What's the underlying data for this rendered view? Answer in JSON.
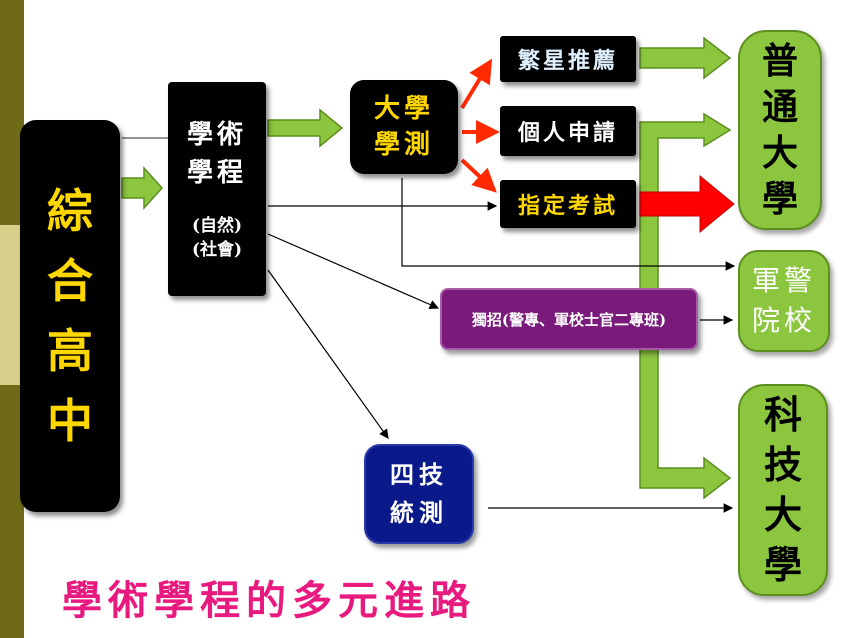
{
  "left_box": {
    "chars": [
      "綜",
      "合",
      "高",
      "中"
    ]
  },
  "academic": {
    "line1": "學術",
    "line2": "學程",
    "sub1": "(自然)",
    "sub2": "(社會)"
  },
  "gsat": {
    "line1": "大學",
    "line2": "學測"
  },
  "star": {
    "label": "繁星推薦"
  },
  "personal": {
    "label": "個人申請"
  },
  "ast": {
    "label": "指定考試"
  },
  "independent": {
    "label": "獨招(警專、軍校士官二專班)"
  },
  "tvee": {
    "line1": "四技",
    "line2": "統測"
  },
  "general_univ": {
    "chars": [
      "普",
      "通",
      "大",
      "學"
    ]
  },
  "military": {
    "line1": "軍警",
    "line2": "院校"
  },
  "tech_univ": {
    "chars": [
      "科",
      "技",
      "大",
      "學"
    ]
  },
  "footer_title": "學術學程的多元進路",
  "colors": {
    "accent_yellow": "#ffd700",
    "footer_pink": "#e8197f",
    "green": "#8cc63f",
    "purple": "#7a1a7a",
    "navy": "#0a1a8a",
    "red": "#ff0000"
  }
}
